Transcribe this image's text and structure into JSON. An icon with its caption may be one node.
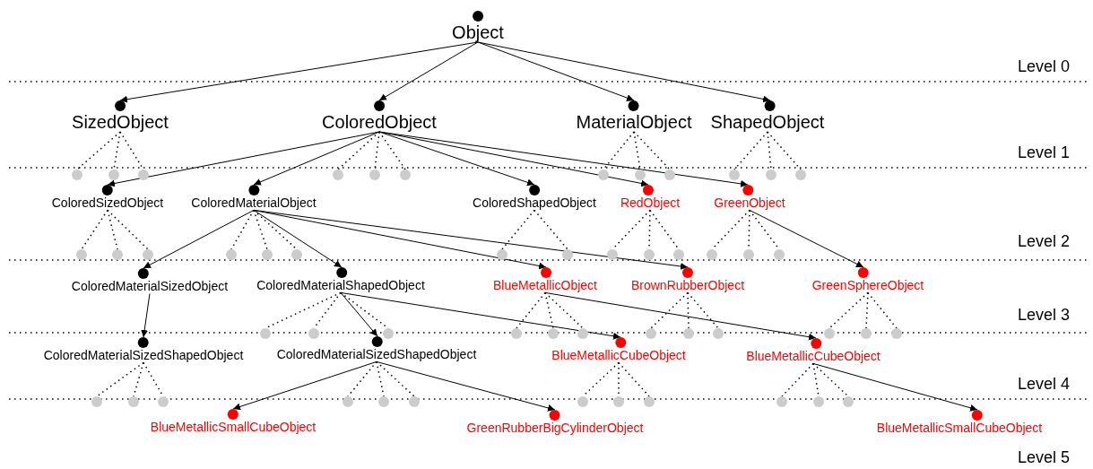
{
  "diagram": {
    "nodes": [
      {
        "text": [
          "Object"
        ]
      },
      {
        "text": [
          "SizedObject"
        ]
      },
      {
        "text": [
          "ColoredObject"
        ]
      },
      {
        "text": [
          "MaterialObject"
        ]
      },
      {
        "text": [
          "ShapedObject"
        ]
      },
      {
        "text": [],
        "shape": "circle"
      },
      {
        "text": [],
        "shape": "circle"
      },
      {
        "text": [],
        "shape": "circle"
      },
      {
        "text": [],
        "shape": "circle"
      },
      {
        "text": [],
        "shape": "circle"
      },
      {
        "text": [],
        "shape": "circle"
      },
      {
        "text": [],
        "shape": "circle"
      },
      {
        "text": [],
        "shape": "circle"
      },
      {
        "text": [],
        "shape": "circle"
      },
      {
        "text": [],
        "shape": "circle"
      },
      {
        "text": [],
        "shape": "circle"
      },
      {
        "text": [],
        "shape": "circle"
      },
      {
        "text": [
          "ColoredSizedObject"
        ]
      },
      {
        "text": [
          "ColoredMaterialObject"
        ]
      },
      {
        "text": [
          "ColoredShapedObject"
        ]
      },
      {
        "text": [
          "RedObject"
        ]
      },
      {
        "text": [
          "GreenObject"
        ]
      },
      {
        "text": [],
        "shape": "circle"
      },
      {
        "text": [],
        "shape": "circle"
      },
      {
        "text": [],
        "shape": "circle"
      },
      {
        "text": [],
        "shape": "circle"
      },
      {
        "text": [],
        "shape": "circle"
      },
      {
        "text": [],
        "shape": "circle"
      },
      {
        "text": [],
        "shape": "circle"
      },
      {
        "text": [],
        "shape": "circle"
      },
      {
        "text": [],
        "shape": "circle"
      },
      {
        "text": [],
        "shape": "circle"
      },
      {
        "text": [],
        "shape": "circle"
      },
      {
        "text": [],
        "shape": "circle"
      },
      {
        "text": [],
        "shape": "circle"
      },
      {
        "text": [],
        "shape": "circle"
      },
      {
        "text": [
          "ColoredMaterialSizedObject"
        ]
      },
      {
        "text": [
          "ColoredMaterialShapedObject"
        ]
      },
      {
        "text": [
          "BlueMetallicObject"
        ]
      },
      {
        "text": [
          "BrownRubberObject"
        ]
      },
      {
        "text": [
          "GreenSphereObject"
        ]
      },
      {
        "text": [],
        "shape": "circle"
      },
      {
        "text": [],
        "shape": "circle"
      },
      {
        "text": [],
        "shape": "circle"
      },
      {
        "text": [],
        "shape": "circle"
      },
      {
        "text": [],
        "shape": "circle"
      },
      {
        "text": [],
        "shape": "circle"
      },
      {
        "text": [],
        "shape": "circle"
      },
      {
        "text": [],
        "shape": "circle"
      },
      {
        "text": [],
        "shape": "circle"
      },
      {
        "text": [],
        "shape": "circle"
      },
      {
        "text": [],
        "shape": "circle"
      },
      {
        "text": [],
        "shape": "circle"
      },
      {
        "text": [
          "ColoredMaterialSizedShapedObject"
        ]
      },
      {
        "text": [
          "ColoredMaterialSizedShapedObject"
        ]
      },
      {
        "text": [
          "BlueMetallicCubeObject"
        ]
      },
      {
        "text": [
          "BlueMetallicCubeObject"
        ]
      },
      {
        "text": [],
        "shape": "circle"
      },
      {
        "text": [],
        "shape": "circle"
      },
      {
        "text": [],
        "shape": "circle"
      },
      {
        "text": [],
        "shape": "circle"
      },
      {
        "text": [],
        "shape": "circle"
      },
      {
        "text": [],
        "shape": "circle"
      },
      {
        "text": [],
        "shape": "circle"
      },
      {
        "text": [],
        "shape": "circle"
      },
      {
        "text": [],
        "shape": "circle"
      },
      {
        "text": [],
        "shape": "circle"
      },
      {
        "text": [],
        "shape": "circle"
      },
      {
        "text": [],
        "shape": "circle"
      },
      {
        "text": [
          "BlueMetallicSmallCubeObject"
        ]
      },
      {
        "text": [
          "GreenRubberBigCylinderObject"
        ]
      },
      {
        "text": [
          "BlueMetallicSmallCubeObject"
        ]
      }
    ],
    "edges": [
      {
        "from": 0,
        "to": 1,
        "arrow": "to"
      },
      {
        "from": 0,
        "to": 2,
        "arrow": "to"
      },
      {
        "from": 0,
        "to": 3,
        "arrow": "to"
      },
      {
        "from": 0,
        "to": 4,
        "arrow": "to"
      },
      {
        "from": 1,
        "to": 5,
        "arrow": "none",
        "style": "dashed"
      },
      {
        "from": 1,
        "to": 6,
        "arrow": "none",
        "style": "dashed"
      },
      {
        "from": 1,
        "to": 7,
        "arrow": "none",
        "style": "dashed"
      },
      {
        "from": 2,
        "to": 8,
        "arrow": "none",
        "style": "dashed"
      },
      {
        "from": 2,
        "to": 9,
        "arrow": "none",
        "style": "dashed"
      },
      {
        "from": 2,
        "to": 10,
        "arrow": "none",
        "style": "dashed"
      },
      {
        "from": 3,
        "to": 11,
        "arrow": "none",
        "style": "dashed"
      },
      {
        "from": 3,
        "to": 12,
        "arrow": "none",
        "style": "dashed"
      },
      {
        "from": 3,
        "to": 13,
        "arrow": "none",
        "style": "dashed"
      },
      {
        "from": 4,
        "to": 14,
        "arrow": "none",
        "style": "dashed"
      },
      {
        "from": 4,
        "to": 15,
        "arrow": "none",
        "style": "dashed"
      },
      {
        "from": 4,
        "to": 16,
        "arrow": "none",
        "style": "dashed"
      },
      {
        "from": 2,
        "to": 17,
        "arrow": "to"
      },
      {
        "from": 2,
        "to": 18,
        "arrow": "to"
      },
      {
        "from": 2,
        "to": 19,
        "arrow": "to"
      },
      {
        "from": 2,
        "to": 20,
        "arrow": "to"
      },
      {
        "from": 2,
        "to": 21,
        "arrow": "to"
      },
      {
        "from": 17,
        "to": 22,
        "arrow": "none",
        "style": "dashed"
      },
      {
        "from": 17,
        "to": 23,
        "arrow": "none",
        "style": "dashed"
      },
      {
        "from": 17,
        "to": 24,
        "arrow": "none",
        "style": "dashed"
      },
      {
        "from": 18,
        "to": 25,
        "arrow": "none",
        "style": "dashed"
      },
      {
        "from": 18,
        "to": 26,
        "arrow": "none",
        "style": "dashed"
      },
      {
        "from": 18,
        "to": 27,
        "arrow": "none",
        "style": "dashed"
      },
      {
        "from": 19,
        "to": 28,
        "arrow": "none",
        "style": "dashed"
      },
      {
        "from": 19,
        "to": 29,
        "arrow": "none",
        "style": "dashed"
      },
      {
        "from": 20,
        "to": 30,
        "arrow": "none",
        "style": "dashed"
      },
      {
        "from": 20,
        "to": 31,
        "arrow": "none",
        "style": "dashed"
      },
      {
        "from": 20,
        "to": 32,
        "arrow": "none",
        "style": "dashed"
      },
      {
        "from": 21,
        "to": 33,
        "arrow": "none",
        "style": "dashed"
      },
      {
        "from": 21,
        "to": 34,
        "arrow": "none",
        "style": "dashed"
      },
      {
        "from": 21,
        "to": 35,
        "arrow": "none",
        "style": "dashed"
      },
      {
        "from": 18,
        "to": 36,
        "arrow": "to"
      },
      {
        "from": 18,
        "to": 37,
        "arrow": "to"
      },
      {
        "from": 18,
        "to": 38,
        "arrow": "to"
      },
      {
        "from": 18,
        "to": 39,
        "arrow": "to"
      },
      {
        "from": 21,
        "to": 40,
        "arrow": "to"
      },
      {
        "from": 37,
        "to": 41,
        "arrow": "none",
        "style": "dashed"
      },
      {
        "from": 37,
        "to": 42,
        "arrow": "none",
        "style": "dashed"
      },
      {
        "from": 37,
        "to": 43,
        "arrow": "none",
        "style": "dashed"
      },
      {
        "from": 38,
        "to": 44,
        "arrow": "none",
        "style": "dashed"
      },
      {
        "from": 38,
        "to": 45,
        "arrow": "none",
        "style": "dashed"
      },
      {
        "from": 38,
        "to": 46,
        "arrow": "none",
        "style": "dashed"
      },
      {
        "from": 39,
        "to": 47,
        "arrow": "none",
        "style": "dashed"
      },
      {
        "from": 39,
        "to": 48,
        "arrow": "none",
        "style": "dashed"
      },
      {
        "from": 39,
        "to": 49,
        "arrow": "none",
        "style": "dashed"
      },
      {
        "from": 40,
        "to": 50,
        "arrow": "none",
        "style": "dashed"
      },
      {
        "from": 40,
        "to": 51,
        "arrow": "none",
        "style": "dashed"
      },
      {
        "from": 40,
        "to": 52,
        "arrow": "none",
        "style": "dashed"
      },
      {
        "from": 36,
        "to": 53,
        "arrow": "to"
      },
      {
        "from": 37,
        "to": 54,
        "arrow": "to"
      },
      {
        "from": 37,
        "to": 55,
        "arrow": "to"
      },
      {
        "from": 38,
        "to": 56,
        "arrow": "to"
      },
      {
        "from": 53,
        "to": 57,
        "arrow": "none",
        "style": "dashed"
      },
      {
        "from": 53,
        "to": 58,
        "arrow": "none",
        "style": "dashed"
      },
      {
        "from": 53,
        "to": 59,
        "arrow": "none",
        "style": "dashed"
      },
      {
        "from": 54,
        "to": 60,
        "arrow": "none",
        "style": "dashed"
      },
      {
        "from": 54,
        "to": 61,
        "arrow": "none",
        "style": "dashed"
      },
      {
        "from": 54,
        "to": 62,
        "arrow": "none",
        "style": "dashed"
      },
      {
        "from": 55,
        "to": 63,
        "arrow": "none",
        "style": "dashed"
      },
      {
        "from": 55,
        "to": 64,
        "arrow": "none",
        "style": "dashed"
      },
      {
        "from": 55,
        "to": 65,
        "arrow": "none",
        "style": "dashed"
      },
      {
        "from": 56,
        "to": 66,
        "arrow": "none",
        "style": "dashed"
      },
      {
        "from": 56,
        "to": 67,
        "arrow": "none",
        "style": "dashed"
      },
      {
        "from": 56,
        "to": 68,
        "arrow": "none",
        "style": "dashed"
      },
      {
        "from": 54,
        "to": 69,
        "arrow": "to"
      },
      {
        "from": 54,
        "to": 70,
        "arrow": "to"
      },
      {
        "from": 56,
        "to": 71,
        "arrow": "to"
      }
    ],
    "labels": [
      "Level 0",
      "Level 1",
      "Level 2",
      "Level 3",
      "Level 4",
      "Level 5"
    ]
  }
}
